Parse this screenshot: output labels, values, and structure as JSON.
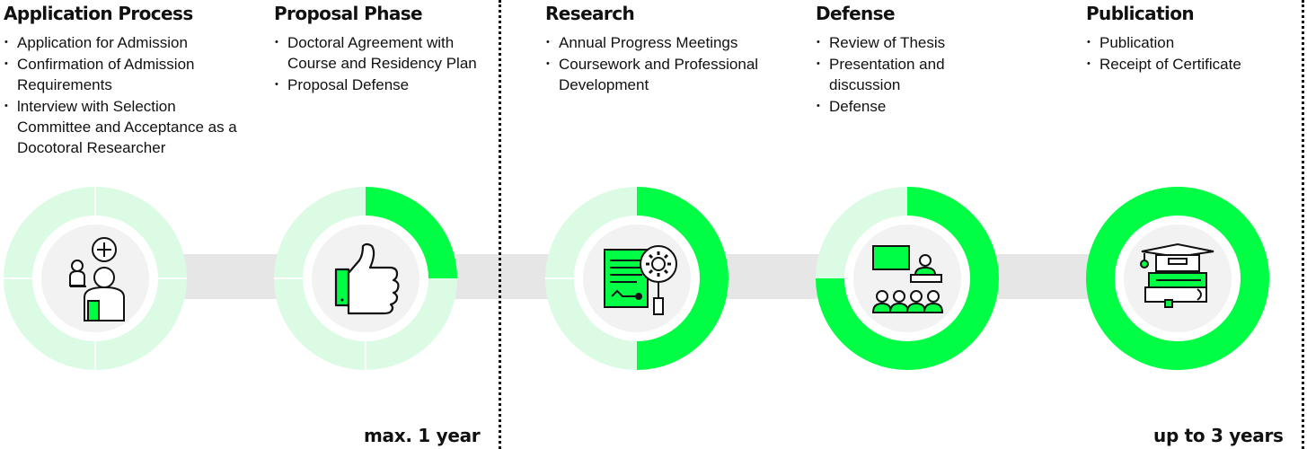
{
  "colors": {
    "accent": "#00ff44",
    "accent_light": "#d5fbe1",
    "ring_track": "#dcfbe4",
    "inner_bg": "#f2f2f2",
    "connector": "#e6e6e6"
  },
  "stages": [
    {
      "title": "Application Process",
      "progress": 0,
      "items": [
        "Application for Admission",
        "Confirmation of Admission Requirements",
        "lnterview with Selection Committee and Acceptance as a Docotoral Researcher"
      ],
      "icon": "applicant-icon"
    },
    {
      "title": "Proposal Phase",
      "progress": 0.25,
      "items": [
        "Doctoral Agreement with Course and Residency Plan",
        "Proposal Defense"
      ],
      "icon": "thumbs-up-icon"
    },
    {
      "title": "Research",
      "progress": 0.5,
      "items": [
        "Annual Progress Meetings",
        "Coursework and Professional Development"
      ],
      "icon": "research-document-icon"
    },
    {
      "title": "Defense",
      "progress": 0.75,
      "items": [
        "Review of Thesis",
        "Presentation and discussion",
        "Defense"
      ],
      "icon": "presentation-audience-icon"
    },
    {
      "title": "Publication",
      "progress": 1,
      "items": [
        "Publication",
        "Receipt of Certificate"
      ],
      "icon": "graduation-books-icon"
    }
  ],
  "durations": {
    "phase1": "max. 1 year",
    "phase2": "up to 3 years"
  }
}
